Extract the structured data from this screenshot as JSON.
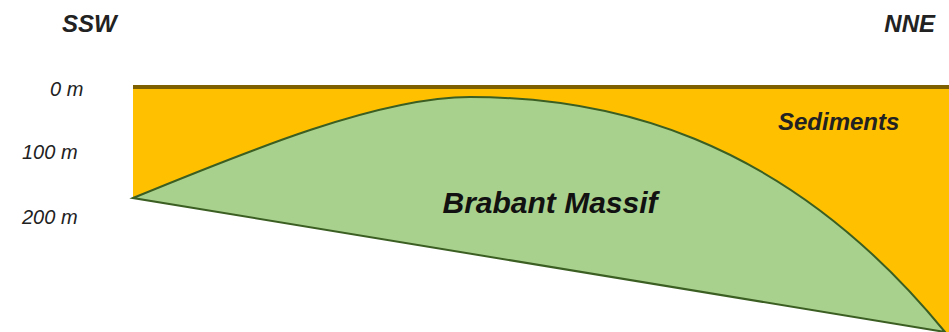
{
  "diagram": {
    "nodes": [
      {
        "text": [
          "Sediments"
        ]
      },
      {
        "text": [
          "Brabant Massif"
        ]
      }
    ],
    "labels": [
      "SSW",
      "NNE",
      "0 m",
      "100 m",
      "200 m"
    ]
  }
}
